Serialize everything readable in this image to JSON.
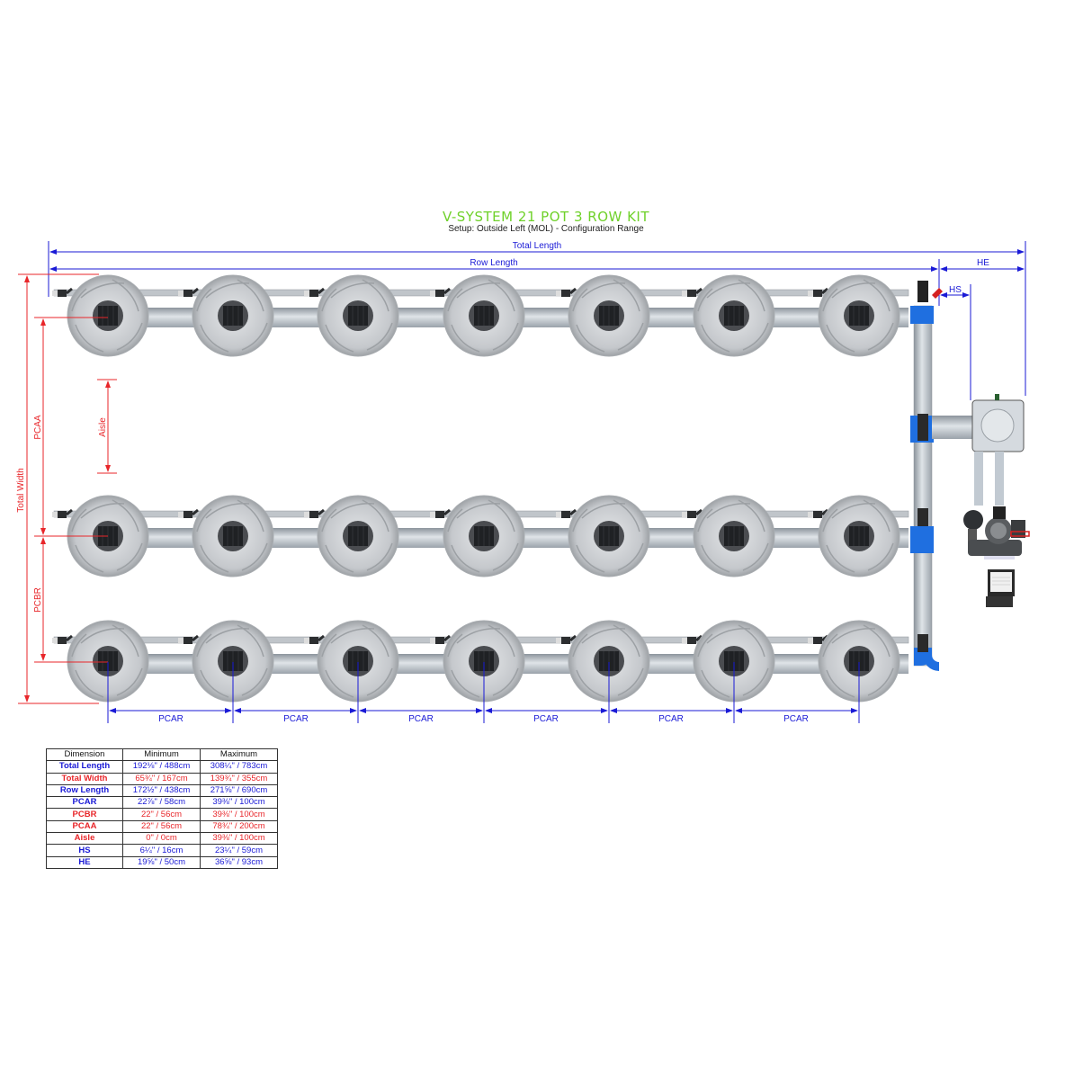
{
  "header": {
    "title": "V-SYSTEM 21 POT 3 ROW KIT",
    "subtitle": "Setup: Outside Left (MOL) - Configuration Range"
  },
  "colors": {
    "title_green": "#6fd12a",
    "dimension_blue": "#1a1ad6",
    "dimension_red": "#e8262a",
    "pot_gray": "#c9cbce",
    "pipe_gray": "#b4bcc4",
    "fitting_blue": "#1f6fe0"
  },
  "diagram": {
    "labels": {
      "total_length": "Total Length",
      "row_length": "Row Length",
      "he": "HE",
      "hs": "HS",
      "total_width": "Total Width",
      "pcaa": "PCAA",
      "pcbr": "PCBR",
      "aisle": "Aisle",
      "pcar": "PCAR"
    },
    "rows": 3,
    "pots_per_row": 7,
    "total_pots": 21,
    "pcar_count": 6
  },
  "table": {
    "headers": [
      "Dimension",
      "Minimum",
      "Maximum"
    ],
    "rows": [
      {
        "dimension": "Total Length",
        "min": "192⅛\" / 488cm",
        "max": "308¼\" / 783cm",
        "color": "blue"
      },
      {
        "dimension": "Total Width",
        "min": "65¾\" / 167cm",
        "max": "139¾\" / 355cm",
        "color": "red"
      },
      {
        "dimension": "Row Length",
        "min": "172½\" / 438cm",
        "max": "271⅝\" / 690cm",
        "color": "blue"
      },
      {
        "dimension": "PCAR",
        "min": "22⅞\" / 58cm",
        "max": "39⅜\" / 100cm",
        "color": "blue"
      },
      {
        "dimension": "PCBR",
        "min": "22\" / 56cm",
        "max": "39⅜\" / 100cm",
        "color": "red"
      },
      {
        "dimension": "PCAA",
        "min": "22\" / 56cm",
        "max": "78¾\" / 200cm",
        "color": "red"
      },
      {
        "dimension": "Aisle",
        "min": "0\" / 0cm",
        "max": "39⅜\" / 100cm",
        "color": "red"
      },
      {
        "dimension": "HS",
        "min": "6¼\" / 16cm",
        "max": "23¼\" / 59cm",
        "color": "blue"
      },
      {
        "dimension": "HE",
        "min": "19⅝\" / 50cm",
        "max": "36⅝\" / 93cm",
        "color": "blue"
      }
    ]
  }
}
